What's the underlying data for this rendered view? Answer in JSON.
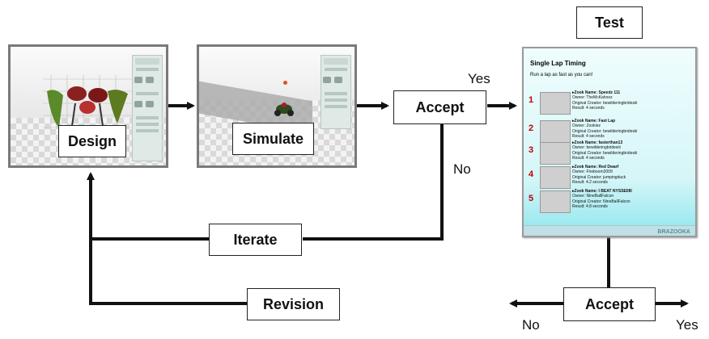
{
  "nodes": {
    "design": "Design",
    "simulate": "Simulate",
    "accept_top": "Accept",
    "test": "Test",
    "iterate": "Iterate",
    "revision": "Revision",
    "accept_bottom": "Accept"
  },
  "edge_labels": {
    "top_yes": "Yes",
    "top_no": "No",
    "bottom_no": "No",
    "bottom_yes": "Yes"
  },
  "test_screen": {
    "title": "Single Lap Timing",
    "subtitle": "Run a lap as fast as you can!",
    "entries": [
      {
        "rank": "1",
        "name": "▸Zook Name: Speedz 111",
        "owner": "Owner: TheMcKahooz",
        "creator": "Original Creator: bewilderingbridesiii",
        "result": "Result: 4 seconds"
      },
      {
        "rank": "2",
        "name": "▸Zook Name: Fast Lap",
        "owner": "Owner: Zookiez",
        "creator": "Original Creator: bewilderingbridesiii",
        "result": "Result: 4 seconds"
      },
      {
        "rank": "3",
        "name": "▸Zook Name: fasterthan13",
        "owner": "Owner: bewilderingbridesiii",
        "creator": "Original Creator: bewilderingbridesiii",
        "result": "Result: 4 seconds"
      },
      {
        "rank": "4",
        "name": "▸Zook Name: Red Dwarf",
        "owner": "Owner: Fireboom2009",
        "creator": "Original Creator: jumpingduck",
        "result": "Result: 4.2 seconds"
      },
      {
        "rank": "5",
        "name": "▸Zook Name: I BEAT NYSSEIIIII",
        "owner": "Owner: NineBallFalcon",
        "creator": "Original Creator: NineBallFalcon",
        "result": "Result: 4.8 seconds"
      }
    ],
    "brand": "BRAZOOKA"
  },
  "colors": {
    "line": "#111111",
    "rank_red": "#c00000",
    "screen_bg": "#d5f6f8"
  }
}
